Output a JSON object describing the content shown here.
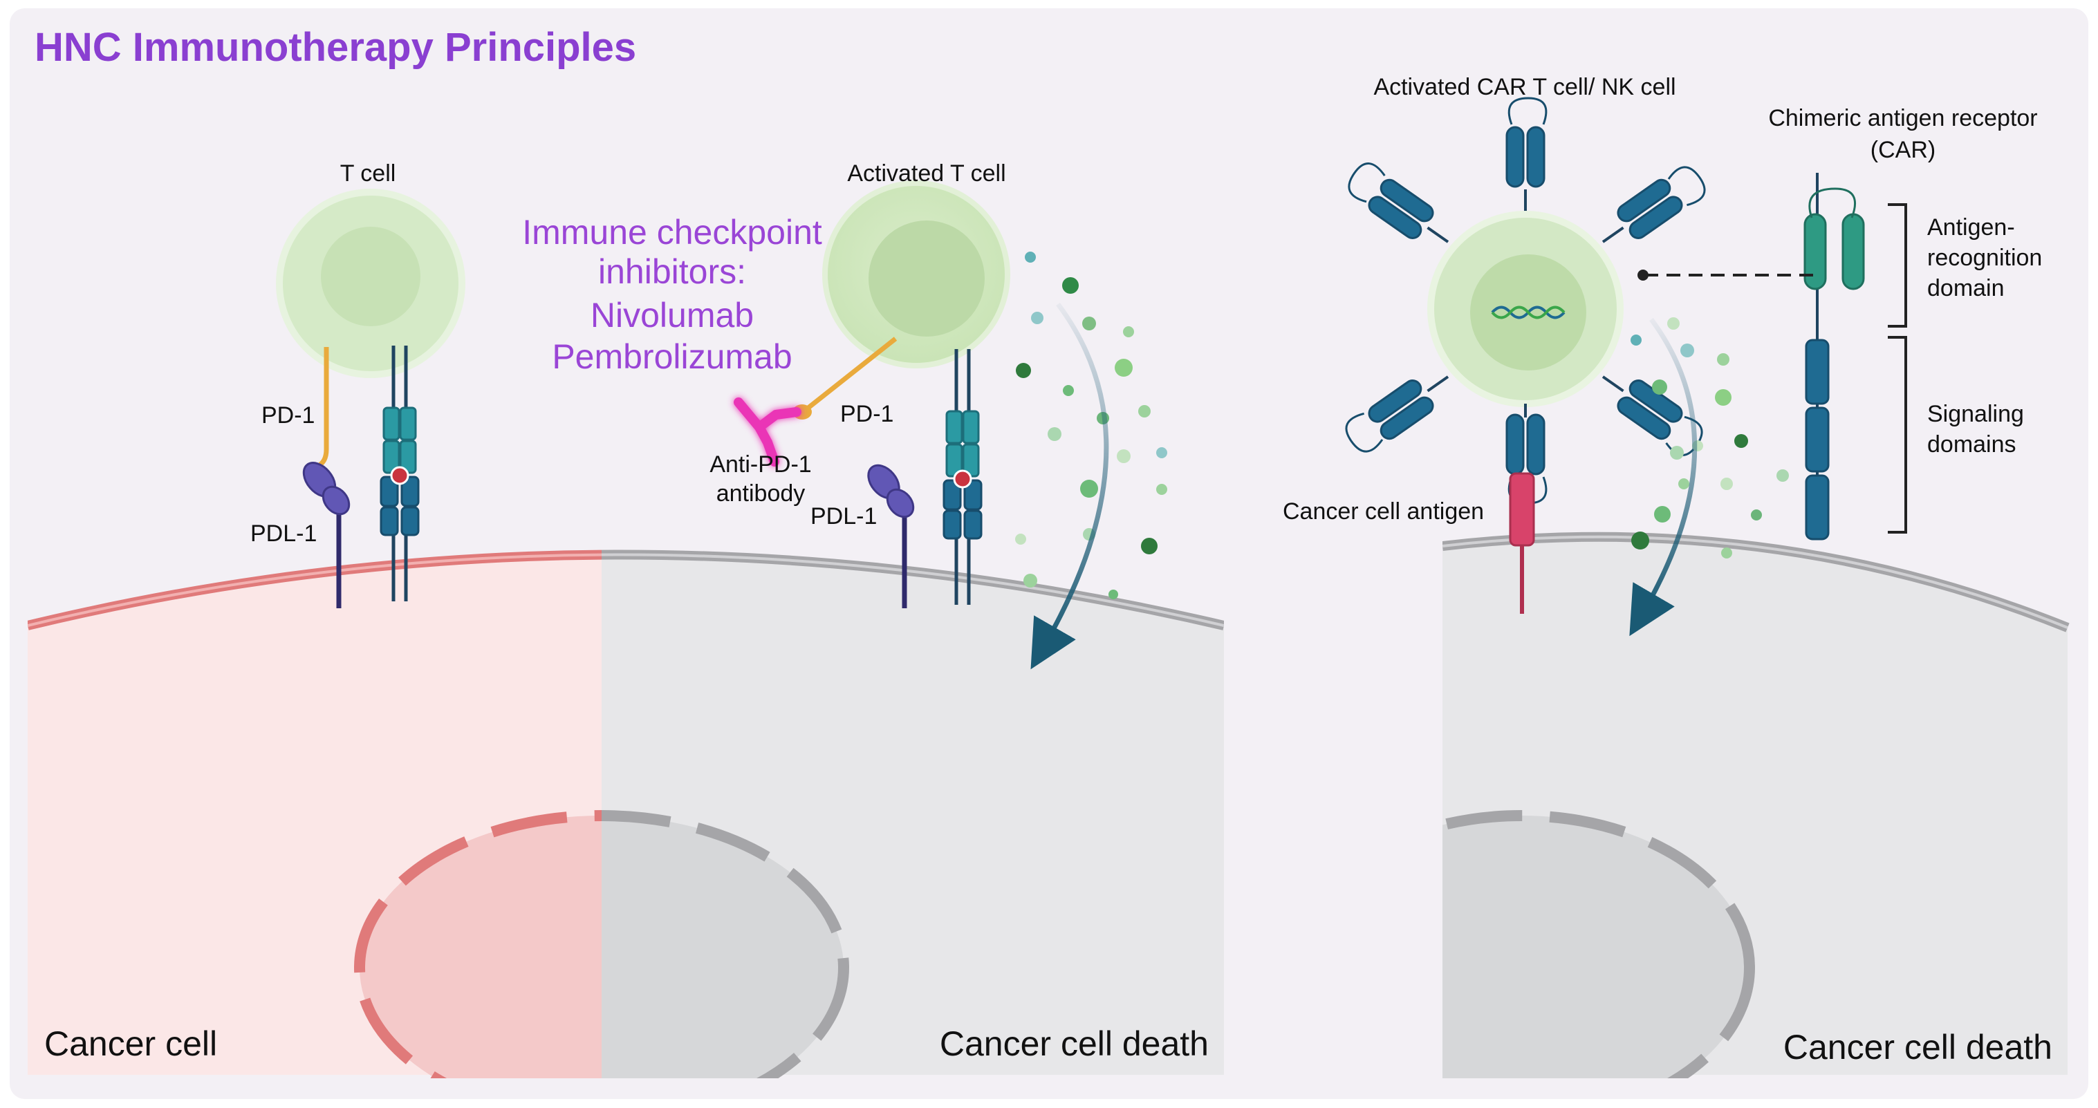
{
  "title": "HNC Immunotherapy Principles",
  "colors": {
    "title": "#8a3fd1",
    "background": "#f3f0f5",
    "cancer_fill": "#fbe7e7",
    "cancer_membrane": "#e07a7a",
    "dead_fill": "#e7e7e9",
    "dead_membrane": "#a5a5a8",
    "t_cell": "#cfe6bf",
    "receptor_teal": "#2b9aa3",
    "receptor_blue": "#1f6b92",
    "pd1": "#e9aa3c",
    "pdl1": "#6157b5",
    "antibody": "#ea34b6",
    "car_recognition": "#2e9a83",
    "antigen": "#d8436a",
    "granule": "#3e9b4c"
  },
  "left_panel": {
    "t_cell_label": "T cell",
    "pd1_label": "PD-1",
    "pdl1_label": "PDL-1",
    "cancer_cell_label": "Cancer cell",
    "activated_t_cell_label": "Activated T cell",
    "checkpoint_title": [
      "Immune checkpoint",
      "inhibitors:",
      "Nivolumab",
      "Pembrolizumab"
    ],
    "pd1_label_2": "PD-1",
    "pdl1_label_2": "PDL-1",
    "antibody_label": [
      "Anti-PD-1",
      "antibody"
    ],
    "cancer_cell_death_label": "Cancer cell death"
  },
  "right_panel": {
    "car_cell_label": "Activated CAR T cell/ NK cell",
    "car_label": [
      "Chimeric antigen receptor",
      "(CAR)"
    ],
    "antigen_recognition_label": [
      "Antigen-",
      "recognition",
      "domain"
    ],
    "signaling_label": [
      "Signaling",
      "domains"
    ],
    "cancer_antigen_label": "Cancer cell antigen",
    "cancer_cell_death_label": "Cancer cell death"
  },
  "icons": [
    "t-cell-icon",
    "dna-icon",
    "antibody-icon",
    "pd1-receptor-icon",
    "pdl1-ligand-icon",
    "tcr-complex-icon",
    "car-receptor-icon",
    "cytotoxic-granule-icon",
    "curved-arrow-icon"
  ]
}
